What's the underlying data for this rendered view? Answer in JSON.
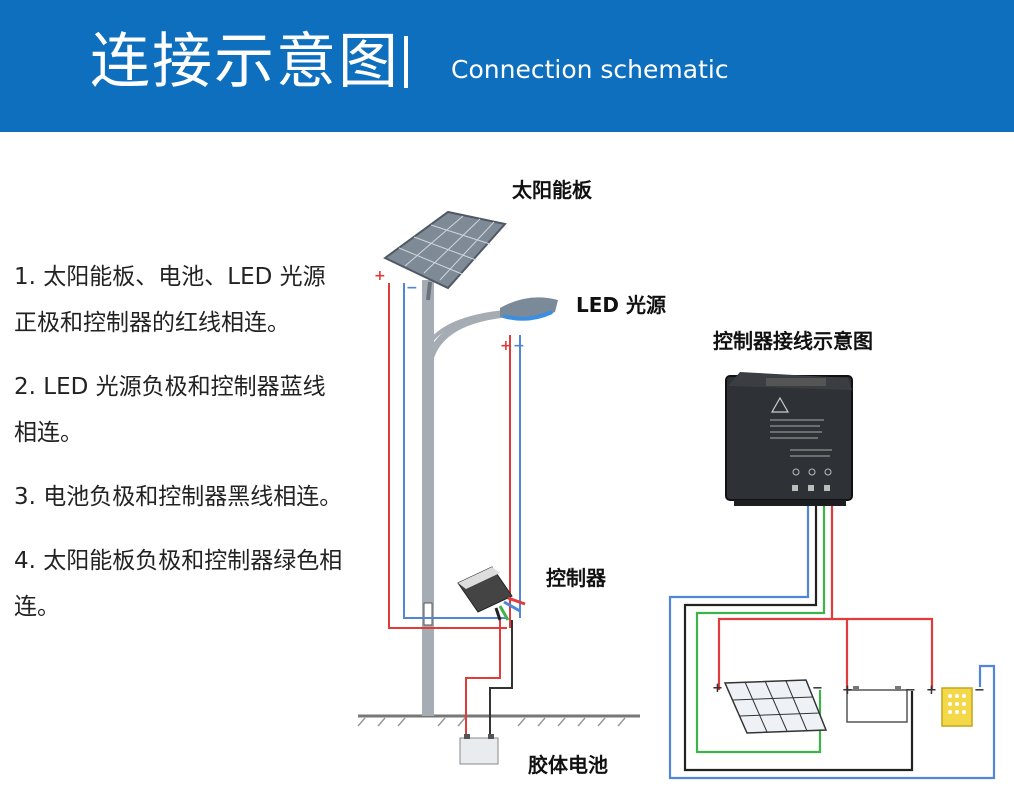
{
  "header": {
    "title_cn": "连接示意图",
    "title_en": "Connection schematic"
  },
  "instructions": [
    "1.  太阳能板、电池、LED 光源正极和控制器的红线相连。",
    "2.  LED 光源负极和控制器蓝线相连。",
    "3.  电池负极和控制器黑线相连。",
    "4.  太阳能板负极和控制器绿色相连。"
  ],
  "labels": {
    "solar_panel": "太阳能板",
    "led_light": "LED 光源",
    "controller": "控制器",
    "battery": "胶体电池",
    "wiring_diagram_title": "控制器接线示意图"
  },
  "wire_colors": {
    "positive": "#e03c3c",
    "led_negative": "#4f86d9",
    "battery_negative": "#222222",
    "solar_negative": "#3fb24a"
  },
  "brand_color": "#0d6fbd"
}
